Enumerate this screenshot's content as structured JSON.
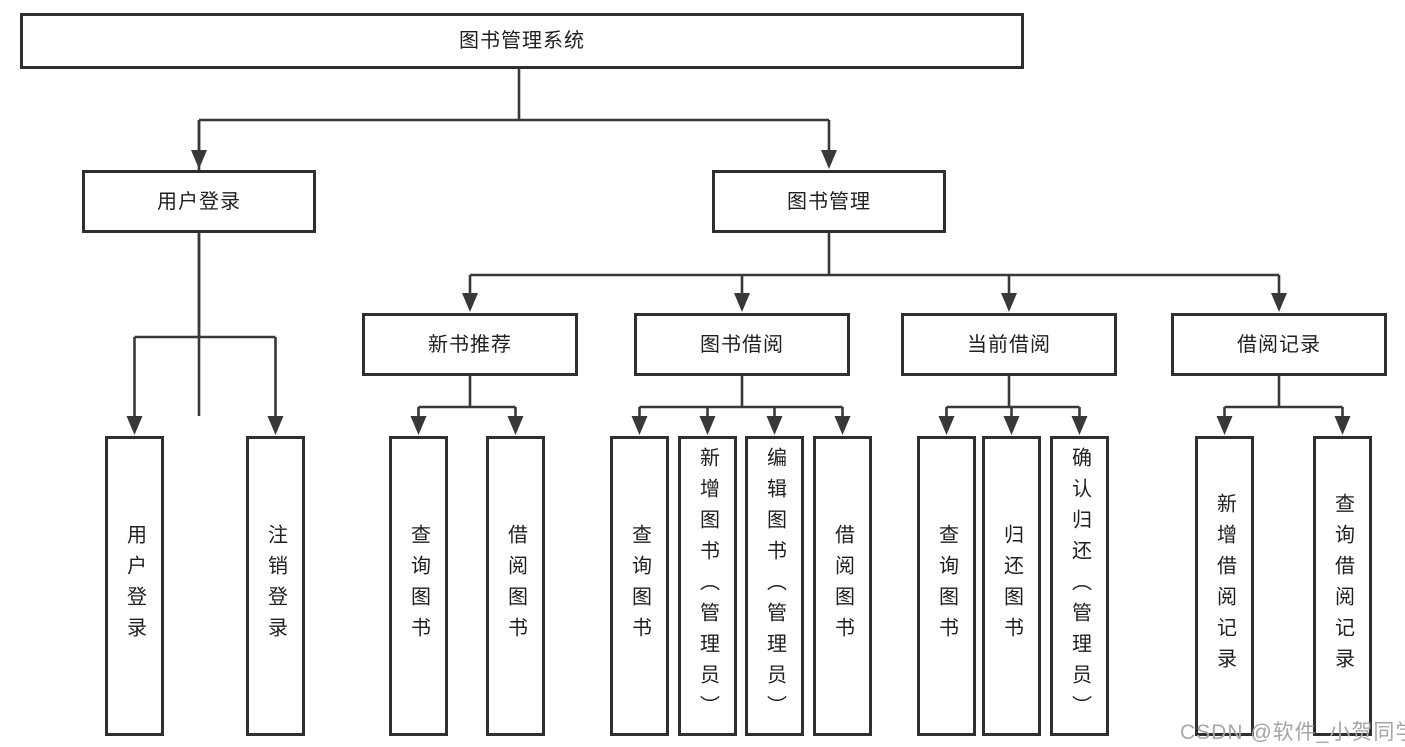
{
  "colors": {
    "line": "#383838",
    "box_border": "#2f2f2f",
    "text": "#1f1f1f",
    "watermark": "#a6a6a6",
    "background": "#ffffff"
  },
  "watermark": {
    "text": "CSDN @软件_小贺同学"
  },
  "tree": {
    "root": {
      "label": "图书管理系统"
    },
    "children": [
      {
        "label": "用户登录",
        "children": [
          {
            "label": "用户登录"
          },
          {
            "label": "注销登录"
          }
        ]
      },
      {
        "label": "图书管理",
        "children": [
          {
            "label": "新书推荐",
            "children": [
              {
                "label": "查询图书"
              },
              {
                "label": "借阅图书"
              }
            ]
          },
          {
            "label": "图书借阅",
            "children": [
              {
                "label": "查询图书"
              },
              {
                "label": "新增图书（管理员）"
              },
              {
                "label": "编辑图书（管理员）"
              },
              {
                "label": "借阅图书"
              }
            ]
          },
          {
            "label": "当前借阅",
            "children": [
              {
                "label": "查询图书"
              },
              {
                "label": "归还图书"
              },
              {
                "label": "确认归还（管理员）"
              }
            ]
          },
          {
            "label": "借阅记录",
            "children": [
              {
                "label": "新增借阅记录"
              },
              {
                "label": "查询借阅记录"
              }
            ]
          }
        ]
      }
    ]
  }
}
